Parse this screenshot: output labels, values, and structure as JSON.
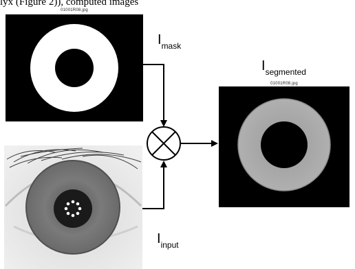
{
  "top_caption": "lyx (Figure 2)), computed images",
  "image_mask": {
    "filename": "01001R08.jpg",
    "colors": {
      "background": "#000000",
      "ring": "#ffffff"
    }
  },
  "image_segmented": {
    "filename": "01001R08.jpg",
    "colors": {
      "background": "#000000",
      "iris": "#a8a8a8"
    }
  },
  "image_input": {
    "colors": {
      "sclera": "#e6e6e6",
      "iris": "#7a7a7a",
      "pupil": "#1a1a1a"
    }
  },
  "labels": {
    "mask": {
      "main": "I",
      "sub": "mask"
    },
    "segmented": {
      "main": "I",
      "sub": "segmented"
    },
    "input": {
      "main": "I",
      "sub": "input"
    }
  },
  "operator": {
    "symbol": "multiply"
  }
}
